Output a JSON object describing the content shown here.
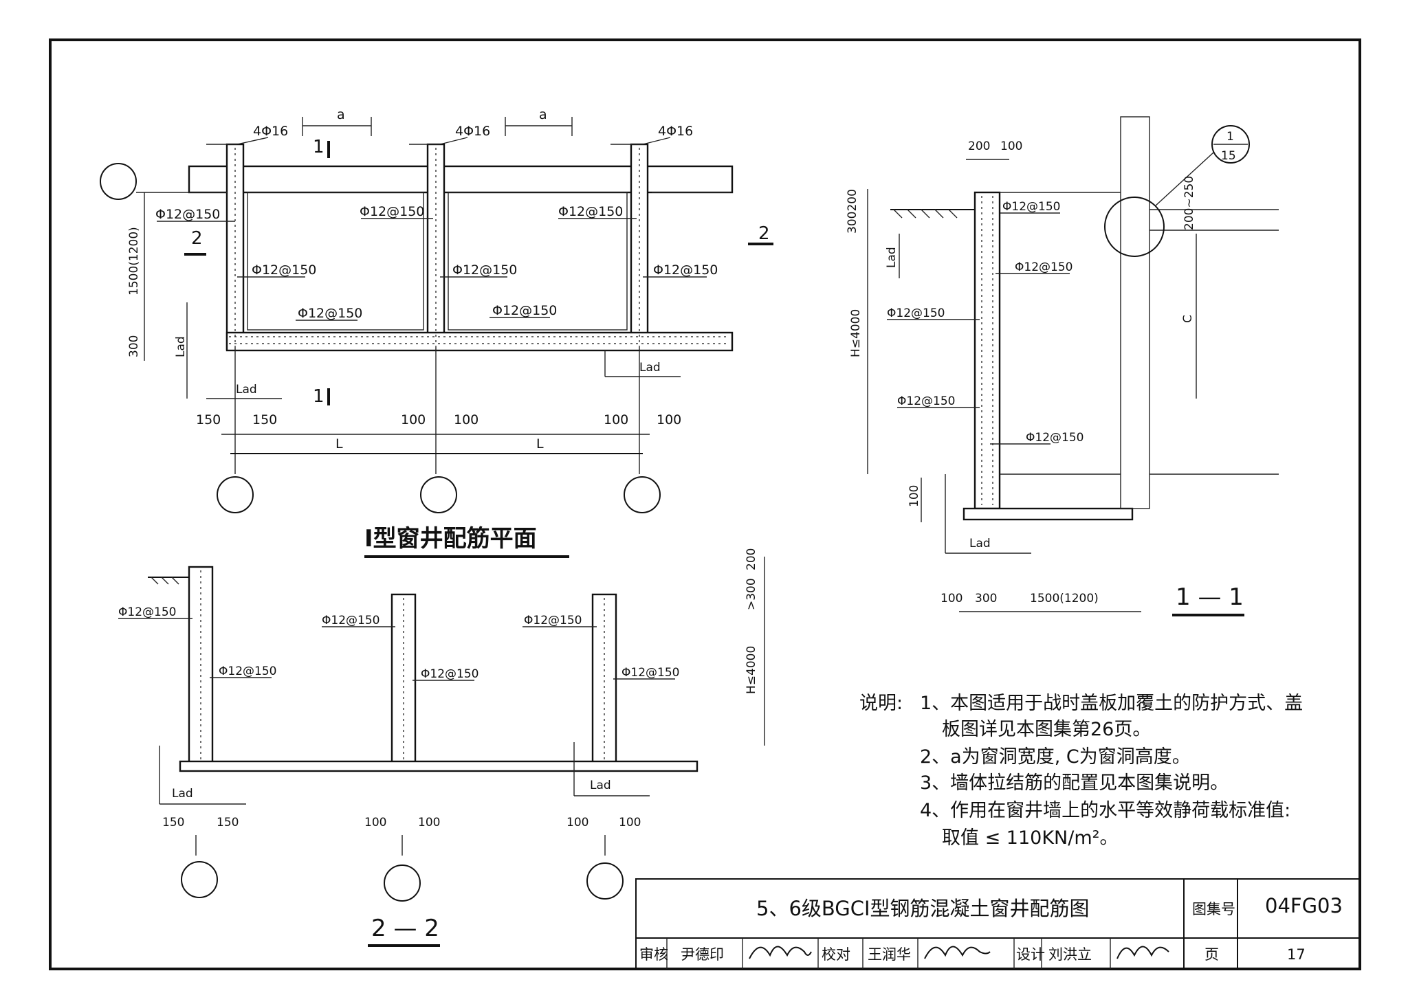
{
  "labels": {
    "rebar_main": "4Φ16",
    "rebar_spec": "Φ12@150",
    "dim_a": "a",
    "dim_L": "L",
    "dim_lad": "Lad",
    "dim_150": "150",
    "dim_100": "100",
    "dim_200": "200",
    "dim_300": "300",
    "dim_1500": "1500(1200)",
    "dim_h4000": "H≤4000",
    "dim_300200": "300200",
    "dim_200_250": "200~250",
    "dim_c": "C",
    "dim_gt300": ">300",
    "sec_1": "1",
    "sec_2": "2",
    "detail_num": "1",
    "detail_page": "15"
  },
  "titles": {
    "plan": "I型窗井配筋平面",
    "section_11": "1 — 1",
    "section_22": "2 — 2"
  },
  "notes": {
    "heading": "说明:",
    "items": [
      "1、本图适用于战时盖板加覆土的防护方式、盖",
      "板图详见本图集第26页。",
      "2、a为窗洞宽度, C为窗洞高度。",
      "3、墙体拉结筋的配置见本图集说明。",
      "4、作用在窗井墙上的水平等效静荷载标准值:",
      "取值 ≤ 110KN/m²。"
    ]
  },
  "title_block": {
    "drawing_title": "5、6级BGCⅠ型钢筋混凝土窗井配筋图",
    "atlas_label": "图集号",
    "atlas_no": "04FG03",
    "review_label": "审核",
    "reviewer": "尹德印",
    "check_label": "校对",
    "checker": "王润华",
    "design_label": "设计",
    "designer": "刘洪立",
    "page_label": "页",
    "page_no": "17"
  }
}
